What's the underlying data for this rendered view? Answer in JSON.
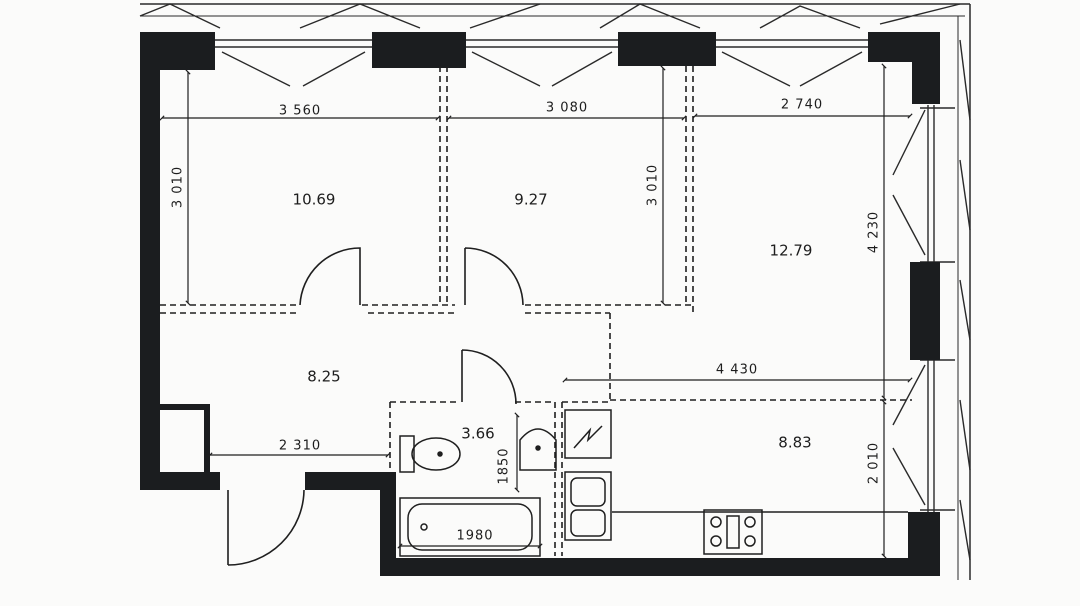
{
  "rooms": {
    "room_left": "10.69",
    "room_middle": "9.27",
    "room_right": "12.79",
    "hall": "8.25",
    "bathroom": "3.66",
    "kitchen": "8.83"
  },
  "dimensions": {
    "width_left": "3 560",
    "width_middle": "3 080",
    "width_right": "2 740",
    "height_left": "3 010",
    "height_middle": "3 010",
    "height_right": "4 230",
    "width_kitchen": "4 430",
    "width_hall": "2 310",
    "height_bathroom": "1850",
    "width_bath": "1980",
    "height_kitchen": "2 010"
  },
  "colors": {
    "wall": "#1b1d1f",
    "line": "#1f1f1f",
    "background": "#fbfbfa"
  },
  "icons": [
    "toilet-icon",
    "sink-icon",
    "bathtub-icon",
    "kitchen-sink-icon",
    "stove-icon",
    "electric-panel-icon"
  ]
}
